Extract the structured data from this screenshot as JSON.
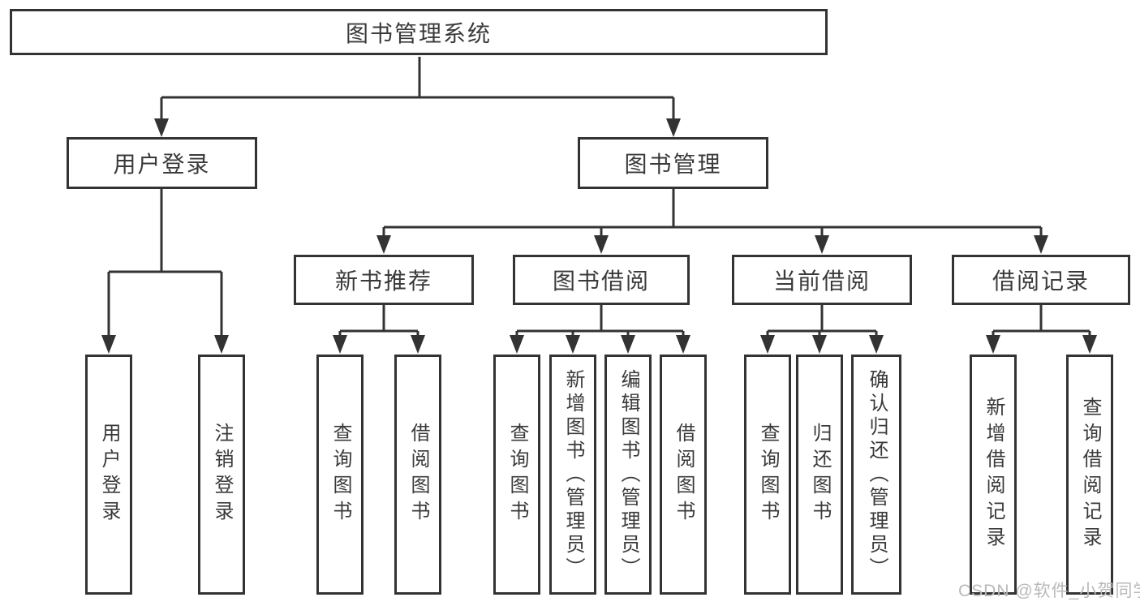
{
  "diagram": {
    "root": "图书管理系统",
    "children": [
      {
        "label": "用户登录",
        "children": [
          {
            "label": "用户登录"
          },
          {
            "label": "注销登录"
          }
        ]
      },
      {
        "label": "图书管理",
        "children": [
          {
            "label": "新书推荐",
            "children": [
              {
                "label": "查询图书"
              },
              {
                "label": "借阅图书"
              }
            ]
          },
          {
            "label": "图书借阅",
            "children": [
              {
                "label": "查询图书"
              },
              {
                "label": "新增图书（管理员）"
              },
              {
                "label": "编辑图书（管理员）"
              },
              {
                "label": "借阅图书"
              }
            ]
          },
          {
            "label": "当前借阅",
            "children": [
              {
                "label": "查询图书"
              },
              {
                "label": "归还图书"
              },
              {
                "label": "确认归还（管理员）"
              }
            ]
          },
          {
            "label": "借阅记录",
            "children": [
              {
                "label": "新增借阅记录"
              },
              {
                "label": "查询借阅记录"
              }
            ]
          }
        ]
      }
    ]
  },
  "watermark": "CSDN @软件_小贺同学",
  "colors": {
    "line": "#333333",
    "text": "#3a3a3a",
    "watermark": "#b9b9b9",
    "background": "#ffffff"
  }
}
